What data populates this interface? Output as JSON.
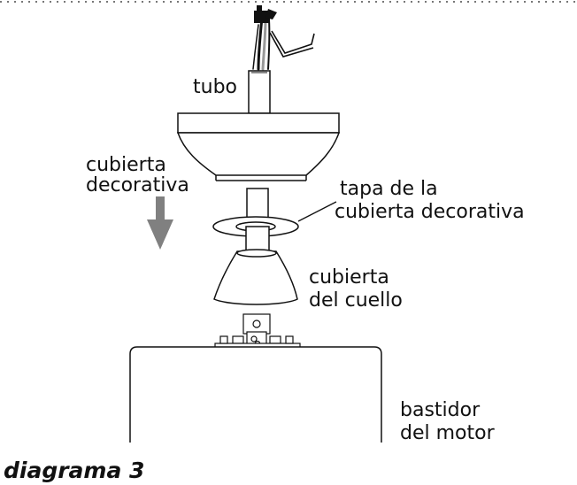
{
  "labels": {
    "tube": "tubo",
    "decorative_cover_1": "cubierta",
    "decorative_cover_2": "decorativa",
    "cover_cap_1": "tapa de la",
    "cover_cap_2": "cubierta decorativa",
    "collar_cover_1": "cubierta",
    "collar_cover_2": "del cuello",
    "motor_housing_1": "bastidor",
    "motor_housing_2": "del motor"
  },
  "caption": "diagrama 3",
  "colors": {
    "line": "#111111",
    "arrow": "#808080",
    "wire_black": "#111111",
    "wire_grey": "#999999"
  }
}
